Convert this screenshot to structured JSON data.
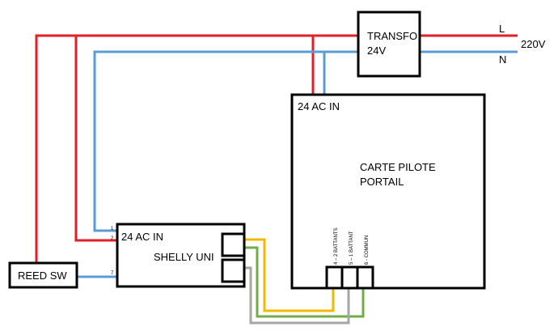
{
  "colors": {
    "live": "#e31e24",
    "neutral": "#5b9bd5",
    "yellow": "#f5b800",
    "green": "#70ad47",
    "gray": "#a6a6a6"
  },
  "transfo": {
    "line1": "TRANSFO",
    "line2": "24V"
  },
  "mains": {
    "l": "L",
    "n": "N",
    "voltage": "220V"
  },
  "carte": {
    "input": "24 AC IN",
    "line1": "CARTE PILOTE",
    "line2": "PORTAIL"
  },
  "shelly": {
    "title": "SHELLY UNI",
    "input": "24 AC IN",
    "pin1": "1",
    "pin2": "2",
    "pin7": "7"
  },
  "reed": {
    "label": "REED SW"
  },
  "terminals": [
    "4 – 2 BATTANTS",
    "5 – 1 BATTANT",
    "6 - COMMUN"
  ]
}
